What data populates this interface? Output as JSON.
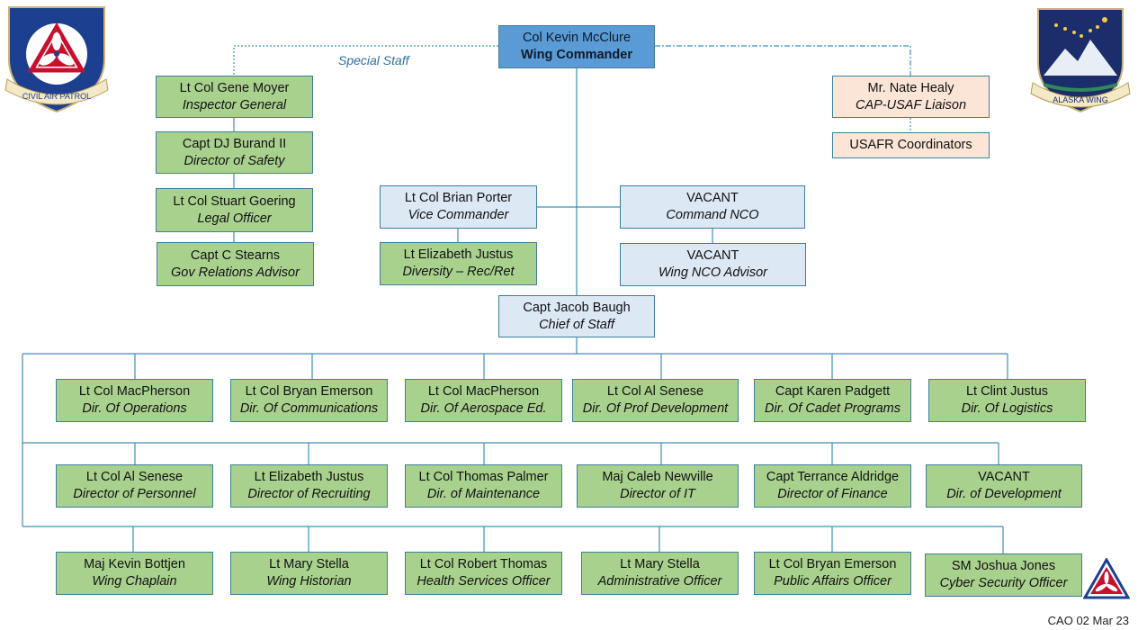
{
  "logos": {
    "left_text": "CIVIL AIR PATROL",
    "right_text": "ALASKA WING"
  },
  "special_staff_label": "Special Staff",
  "commander": {
    "name": "Col Kevin McClure",
    "title": "Wing Commander"
  },
  "special_staff": [
    {
      "name": "Lt Col Gene Moyer",
      "title": "Inspector General"
    },
    {
      "name": "Capt  DJ Burand II",
      "title": "Director of Safety"
    },
    {
      "name": "Lt Col Stuart Goering",
      "title": "Legal Officer"
    },
    {
      "name": "Capt C Stearns",
      "title": "Gov Relations Advisor"
    }
  ],
  "liaison": {
    "name": "Mr. Nate Healy",
    "title": "CAP-USAF Liaison"
  },
  "usafr": {
    "name": "USAFR Coordinators"
  },
  "vice": {
    "name": "Lt Col Brian Porter",
    "title": "Vice Commander"
  },
  "diversity": {
    "name": "Lt Elizabeth Justus",
    "title": "Diversity – Rec/Ret"
  },
  "cmd_nco": {
    "name": "VACANT",
    "title": "Command NCO"
  },
  "nco_advisor": {
    "name": "VACANT",
    "title": "Wing NCO Advisor"
  },
  "chief_of_staff": {
    "name": "Capt Jacob Baugh",
    "title": "Chief of Staff"
  },
  "row1": [
    {
      "name": "Lt Col MacPherson",
      "title": "Dir. Of  Operations"
    },
    {
      "name": "Lt Col Bryan Emerson",
      "title": "Dir. Of Communications"
    },
    {
      "name": "Lt Col MacPherson",
      "title": "Dir. Of Aerospace Ed."
    },
    {
      "name": "Lt Col Al Senese",
      "title": "Dir. Of Prof Development"
    },
    {
      "name": "Capt Karen Padgett",
      "title": "Dir. Of Cadet Programs"
    },
    {
      "name": "Lt Clint Justus",
      "title": "Dir. Of Logistics"
    }
  ],
  "row2": [
    {
      "name": "Lt Col Al Senese",
      "title": "Director of Personnel"
    },
    {
      "name": "Lt Elizabeth Justus",
      "title": "Director of Recruiting"
    },
    {
      "name": "Lt Col Thomas Palmer",
      "title": "Dir. of Maintenance"
    },
    {
      "name": "Maj Caleb Newville",
      "title": "Director of IT"
    },
    {
      "name": "Capt Terrance Aldridge",
      "title": "Director of Finance"
    },
    {
      "name": "VACANT",
      "title": "Dir. of Development"
    }
  ],
  "row3": [
    {
      "name": "Maj Kevin Bottjen",
      "title": "Wing Chaplain"
    },
    {
      "name": "Lt Mary Stella",
      "title": "Wing Historian"
    },
    {
      "name": "Lt Col Robert Thomas",
      "title": "Health Services Officer"
    },
    {
      "name": "Lt Mary Stella",
      "title": "Administrative Officer"
    },
    {
      "name": "Lt Col Bryan Emerson",
      "title": "Public Affairs Officer"
    },
    {
      "name": "SM Joshua Jones",
      "title": "Cyber Security Officer"
    }
  ],
  "footer": "CAO  02 Mar 23"
}
